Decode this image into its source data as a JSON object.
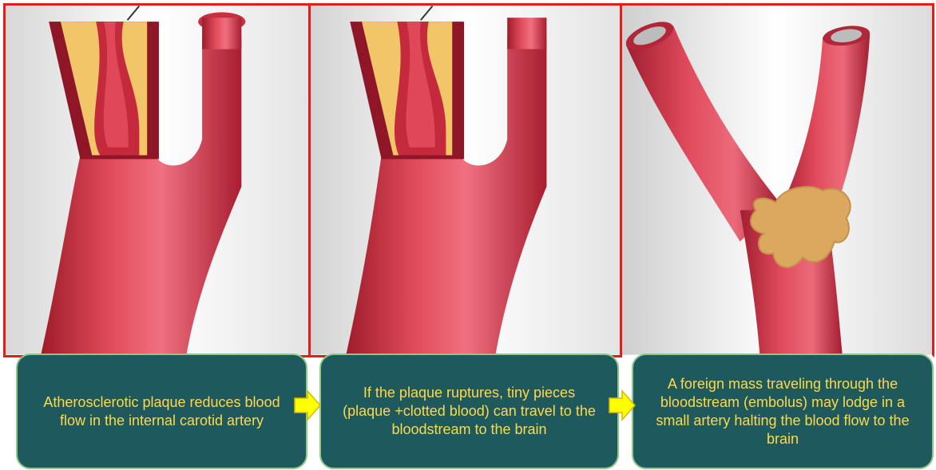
{
  "colors": {
    "panel_border": "#e51c1c",
    "caption_bg": "#1e5a5d",
    "caption_border": "#8cc88a",
    "caption_text": "#ffd84a",
    "arrow_fill": "#ffff00",
    "artery": "#d8384a",
    "plaque": "#f0c86a",
    "embolus": "#dba860"
  },
  "icons": {
    "arrow1": "right-arrow-icon",
    "arrow2": "right-arrow-icon"
  },
  "steps": [
    {
      "caption": "Atherosclerotic plaque reduces blood flow in the internal carotid artery",
      "illustration": "artery-with-plaque"
    },
    {
      "caption": "If the plaque ruptures, tiny pieces (plaque +clotted blood) can travel to the bloodstream to the brain",
      "illustration": "artery-with-ruptured-plaque"
    },
    {
      "caption": "A foreign mass traveling through the bloodstream (embolus) may lodge in  a small artery halting the blood flow to the brain",
      "illustration": "artery-with-embolus"
    }
  ]
}
